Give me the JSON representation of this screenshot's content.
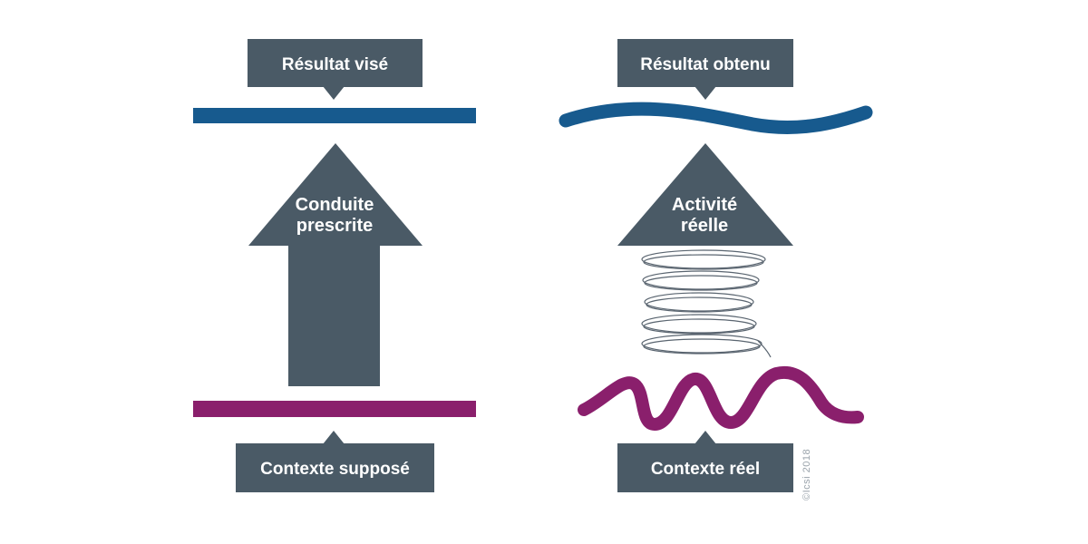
{
  "left": {
    "top_label": "Résultat visé",
    "arrow_line1": "Conduite",
    "arrow_line2": "prescrite",
    "bottom_label": "Contexte supposé"
  },
  "right": {
    "top_label": "Résultat obtenu",
    "arrow_line1": "Activité",
    "arrow_line2": "réelle",
    "bottom_label": "Contexte réel"
  },
  "credit": "©Icsi 2018",
  "colors": {
    "dark": "#4a5a66",
    "blue": "#175a8e",
    "purple": "#8a1f6c",
    "spring": "#5a6570",
    "credit": "#9aa3ab"
  }
}
